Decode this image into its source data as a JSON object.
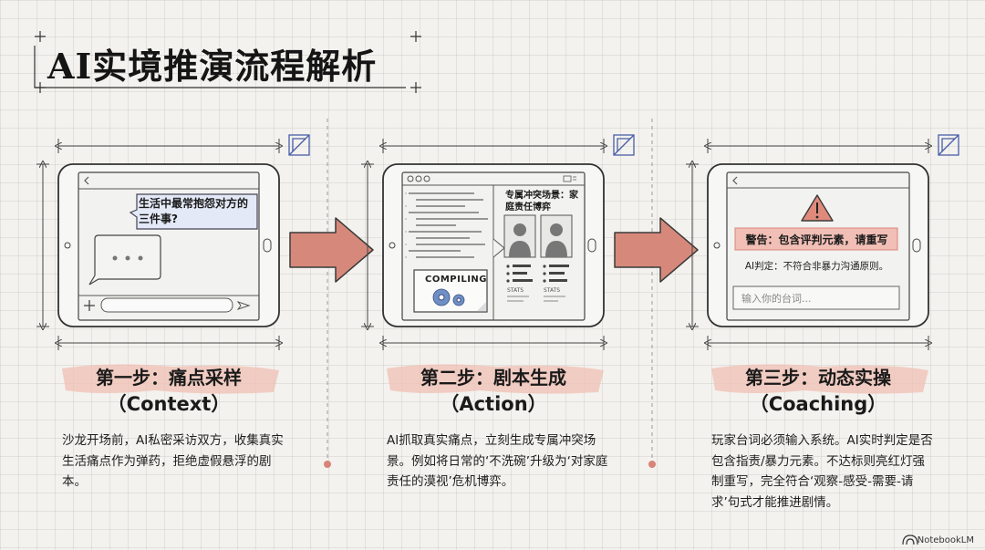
{
  "title": "AI实境推演流程解析",
  "panel1": {
    "question": "生活中最常抱怨对方的三件事?",
    "step_title": "第一步：痛点采样",
    "step_subtitle": "（Context）",
    "description": "沙龙开场前，AI私密采访双方，收集真实生活痛点作为弹药，拒绝虚假悬浮的剧本。"
  },
  "panel2": {
    "compiling": "COMPILING",
    "scenario_label": "专属冲突场景：家庭责任博弈",
    "stats_label_left": "STATS",
    "stats_label_right": "STATS",
    "step_title": "第二步：剧本生成",
    "step_subtitle": "（Action）",
    "description": "AI抓取真实痛点，立刻生成专属冲突场景。例如将日常的‘不洗碗’升级为‘对家庭责任的漠视’危机博弈。"
  },
  "panel3": {
    "warning": "警告：包含评判元素，请重写",
    "ai_verdict": "AI判定：不符合非暴力沟通原则。",
    "input_placeholder": "输入你的台词...",
    "step_title": "第三步：动态实操",
    "step_subtitle": "（Coaching）",
    "description": "玩家台词必须输入系统。AI实时判定是否包含指责/暴力元素。不达标则亮红灯强制重写，完全符合‘观察-感受-需要-请求’句式才能推进剧情。"
  },
  "footer": {
    "logo": "NotebookLM"
  },
  "colors": {
    "accent_red": "#d98478",
    "arrow_fill": "#d6897b",
    "highlight": "#f2bfb6",
    "warn_triangle": "#e08a7c"
  }
}
